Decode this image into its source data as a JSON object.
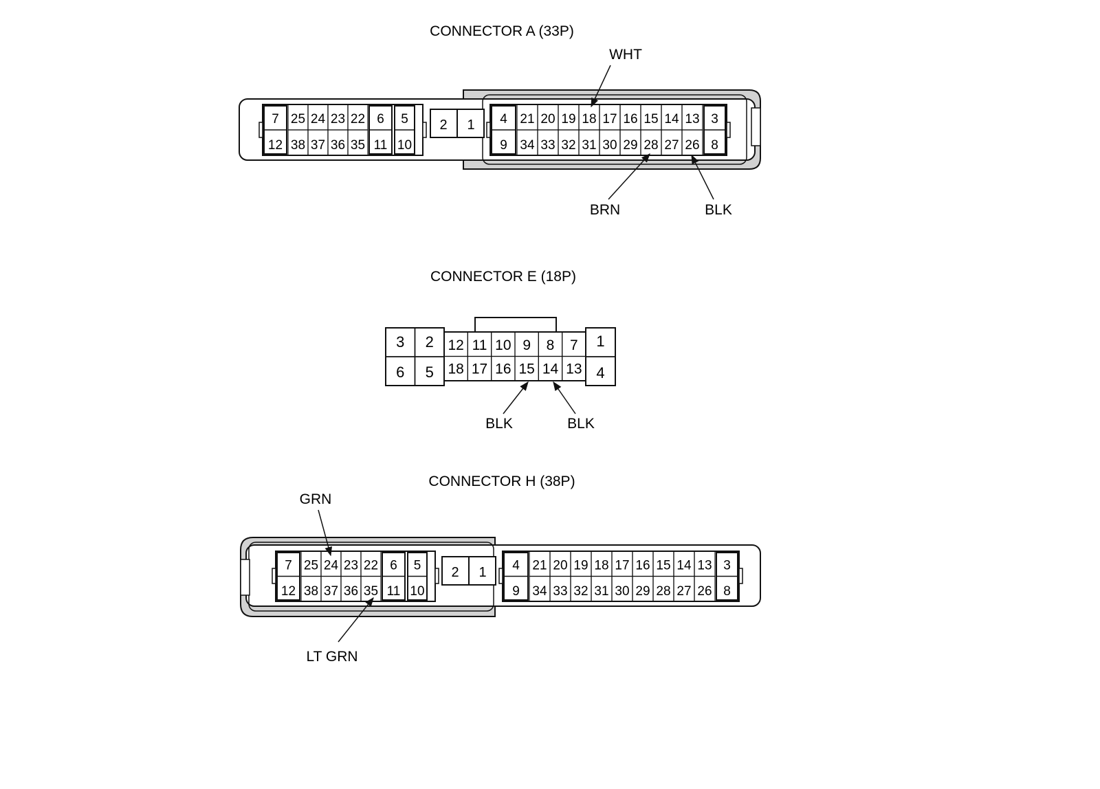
{
  "connectors": {
    "a": {
      "title": "CONNECTOR A (33P)",
      "left_block": {
        "top_row": [
          "7",
          "25",
          "24",
          "23",
          "22",
          "6",
          "5"
        ],
        "bottom_row": [
          "12",
          "38",
          "37",
          "36",
          "35",
          "11",
          "10"
        ]
      },
      "middle_block": [
        "2",
        "1"
      ],
      "right_block": {
        "top_row": [
          "4",
          "21",
          "20",
          "19",
          "18",
          "17",
          "16",
          "15",
          "14",
          "13",
          "3"
        ],
        "bottom_row": [
          "9",
          "34",
          "33",
          "32",
          "31",
          "30",
          "29",
          "28",
          "27",
          "26",
          "8"
        ]
      },
      "wires": [
        {
          "terminal": "18",
          "color": "WHT"
        },
        {
          "terminal": "28",
          "color": "BRN"
        },
        {
          "terminal": "26",
          "color": "BLK"
        }
      ]
    },
    "e": {
      "title": "CONNECTOR E (18P)",
      "left_block": {
        "top_row": [
          "3",
          "2"
        ],
        "bottom_row": [
          "6",
          "5"
        ]
      },
      "center_block": {
        "top_row": [
          "12",
          "11",
          "10",
          "9",
          "8",
          "7"
        ],
        "bottom_row": [
          "18",
          "17",
          "16",
          "15",
          "14",
          "13"
        ]
      },
      "right_block": {
        "top_row": [
          "1"
        ],
        "bottom_row": [
          "4"
        ]
      },
      "wires": [
        {
          "terminal": "15",
          "color": "BLK"
        },
        {
          "terminal": "14",
          "color": "BLK"
        }
      ]
    },
    "h": {
      "title": "CONNECTOR H (38P)",
      "left_block": {
        "top_row": [
          "7",
          "25",
          "24",
          "23",
          "22",
          "6",
          "5"
        ],
        "bottom_row": [
          "12",
          "38",
          "37",
          "36",
          "35",
          "11",
          "10"
        ]
      },
      "middle_block": [
        "2",
        "1"
      ],
      "right_block": {
        "top_row": [
          "4",
          "21",
          "20",
          "19",
          "18",
          "17",
          "16",
          "15",
          "14",
          "13",
          "3"
        ],
        "bottom_row": [
          "9",
          "34",
          "33",
          "32",
          "31",
          "30",
          "29",
          "28",
          "27",
          "26",
          "8"
        ]
      },
      "wires": [
        {
          "terminal": "24",
          "color": "GRN"
        },
        {
          "terminal": "35",
          "color": "LT GRN"
        }
      ]
    }
  }
}
